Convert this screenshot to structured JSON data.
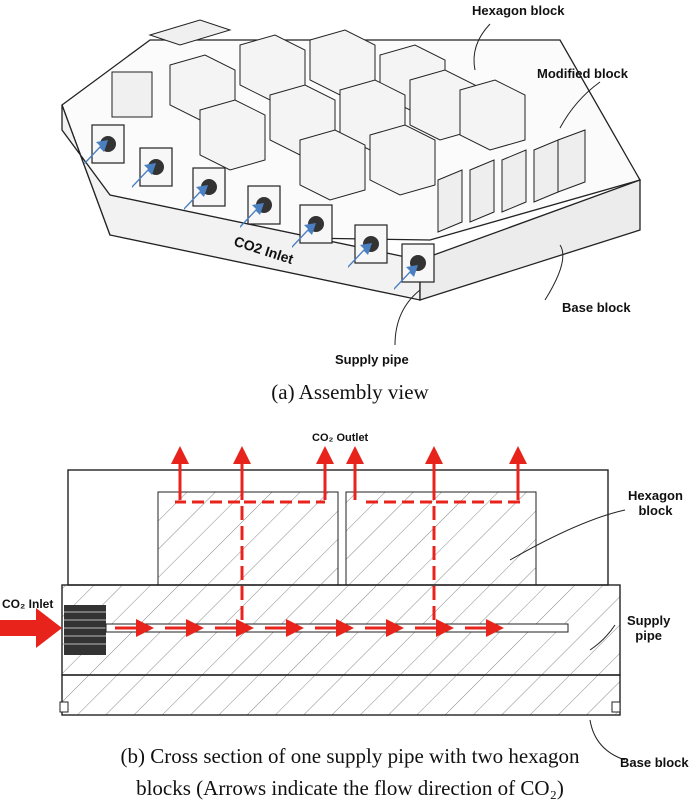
{
  "assembly": {
    "labels": {
      "hexagon_block": "Hexagon block",
      "modified_block": "Modified block",
      "base_block": "Base block",
      "supply_pipe": "Supply pipe",
      "co2_inlet": "CO2 Inlet"
    },
    "caption": "(a)  Assembly view"
  },
  "cross_section": {
    "labels": {
      "co2_outlet": "CO₂ Outlet",
      "co2_inlet": "CO₂ Inlet",
      "hexagon_block": "Hexagon\nblock",
      "supply_pipe": "Supply\npipe",
      "base_block": "Base block"
    },
    "caption_line1": "(b)  Cross section of one supply pipe with two hexagon",
    "caption_line2": "blocks (Arrows indicate the flow direction of CO₂)"
  },
  "colors": {
    "flow_arrow": "#e8231c",
    "inlet_arrow": "#4a7fc1",
    "outline": "#222222"
  }
}
